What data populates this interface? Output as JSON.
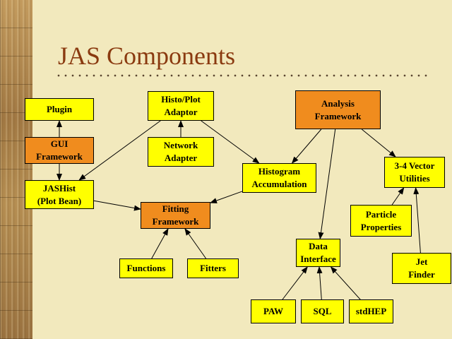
{
  "slide": {
    "title": "JAS Components",
    "colors": {
      "background": "#f2e9bd",
      "title": "#8a3a10",
      "yellow_box": "#ffff00",
      "orange_box": "#f08c1e",
      "wood": "#b08a4e"
    }
  },
  "diagram": {
    "nodes": {
      "plugin": {
        "lines": [
          "Plugin"
        ],
        "color": "yellow"
      },
      "gui_framework": {
        "lines": [
          "GUI",
          "Framework"
        ],
        "color": "orange"
      },
      "jashist": {
        "lines": [
          "JASHist",
          "(Plot Bean)"
        ],
        "color": "yellow"
      },
      "histo_plot_adaptor": {
        "lines": [
          "Histo/Plot",
          "Adaptor"
        ],
        "color": "yellow"
      },
      "network_adapter": {
        "lines": [
          "Network",
          "Adapter"
        ],
        "color": "yellow"
      },
      "fitting_framework": {
        "lines": [
          "Fitting",
          "Framework"
        ],
        "color": "orange"
      },
      "functions": {
        "lines": [
          "Functions"
        ],
        "color": "yellow"
      },
      "fitters": {
        "lines": [
          "Fitters"
        ],
        "color": "yellow"
      },
      "analysis_framework": {
        "lines": [
          "Analysis",
          "Framework"
        ],
        "color": "orange"
      },
      "histogram_accumulation": {
        "lines": [
          "Histogram",
          "Accumulation"
        ],
        "color": "yellow"
      },
      "vector_utilities": {
        "lines": [
          "3-4 Vector",
          "Utilities"
        ],
        "color": "yellow"
      },
      "particle_properties": {
        "lines": [
          "Particle",
          "Properties"
        ],
        "color": "yellow"
      },
      "data_interface": {
        "lines": [
          "Data",
          "Interface"
        ],
        "color": "yellow"
      },
      "jet_finder": {
        "lines": [
          "Jet",
          "Finder"
        ],
        "color": "yellow"
      },
      "paw": {
        "lines": [
          "PAW"
        ],
        "color": "yellow"
      },
      "sql": {
        "lines": [
          "SQL"
        ],
        "color": "yellow"
      },
      "stdhep": {
        "lines": [
          "stdHEP"
        ],
        "color": "yellow"
      }
    },
    "edges": [
      {
        "from": "gui_framework",
        "to": "plugin"
      },
      {
        "from": "gui_framework",
        "to": "jashist"
      },
      {
        "from": "network_adapter",
        "to": "histo_plot_adaptor"
      },
      {
        "from": "histo_plot_adaptor",
        "to": "jashist"
      },
      {
        "from": "histo_plot_adaptor",
        "to": "histogram_accumulation"
      },
      {
        "from": "jashist",
        "to": "fitting_framework"
      },
      {
        "from": "histogram_accumulation",
        "to": "fitting_framework"
      },
      {
        "from": "functions",
        "to": "fitting_framework"
      },
      {
        "from": "fitters",
        "to": "fitting_framework"
      },
      {
        "from": "analysis_framework",
        "to": "histogram_accumulation"
      },
      {
        "from": "analysis_framework",
        "to": "vector_utilities"
      },
      {
        "from": "analysis_framework",
        "to": "data_interface"
      },
      {
        "from": "particle_properties",
        "to": "vector_utilities"
      },
      {
        "from": "jet_finder",
        "to": "vector_utilities"
      },
      {
        "from": "paw",
        "to": "data_interface"
      },
      {
        "from": "sql",
        "to": "data_interface"
      },
      {
        "from": "stdhep",
        "to": "data_interface"
      }
    ]
  }
}
